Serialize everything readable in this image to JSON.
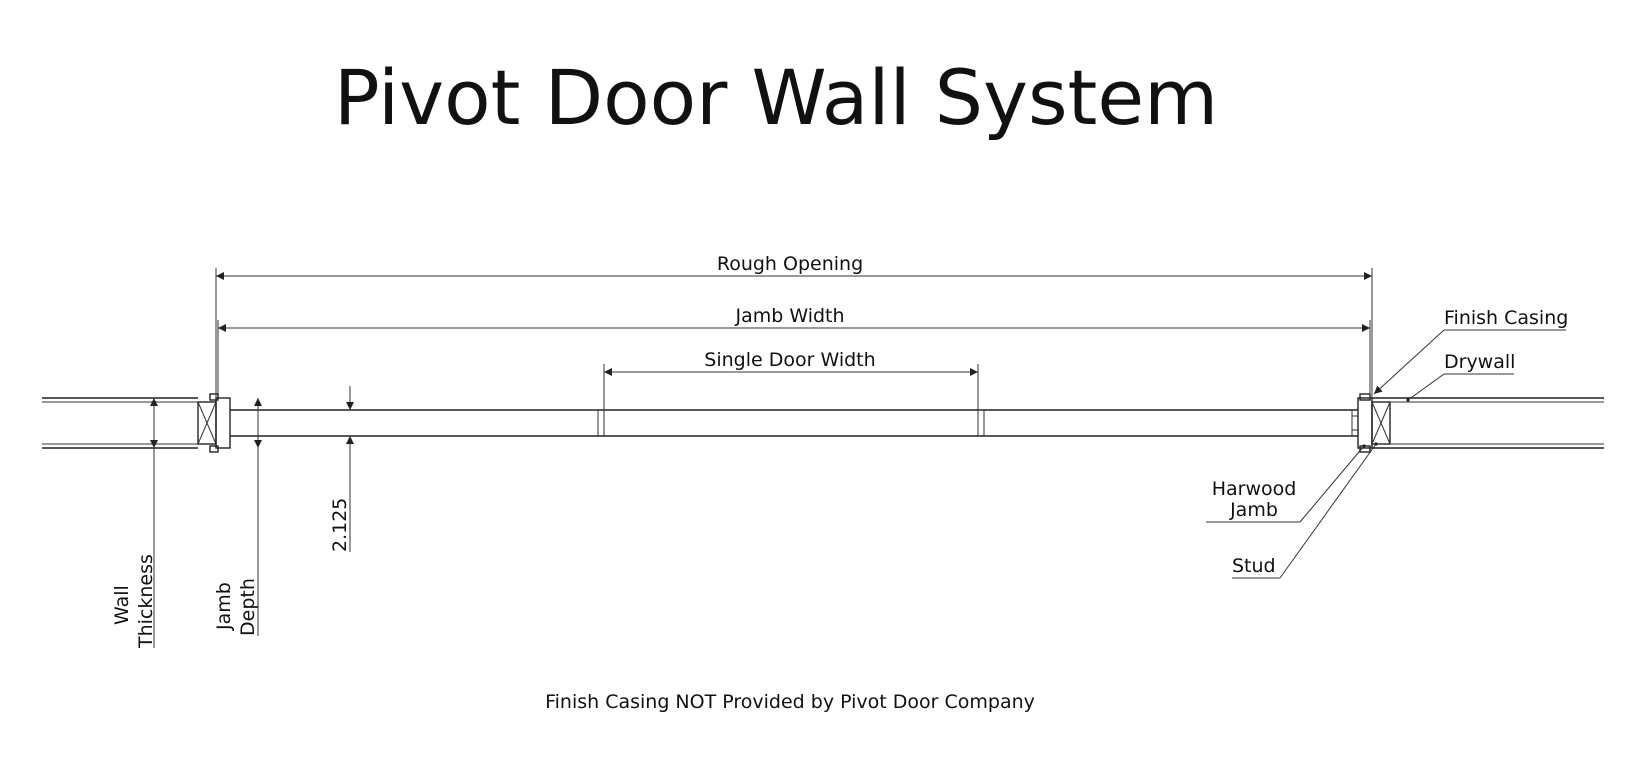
{
  "title": "Pivot Door Wall System",
  "dimensions": {
    "rough_opening": "Rough Opening",
    "jamb_width": "Jamb Width",
    "single_door_width": "Single Door Width",
    "door_thickness": "2.125",
    "wall_thickness_line1": "Wall",
    "wall_thickness_line2": "Thickness",
    "jamb_depth_line1": "Jamb",
    "jamb_depth_line2": "Depth"
  },
  "callouts": {
    "finish_casing": "Finish Casing",
    "drywall": "Drywall",
    "hardwood_jamb_line1": "Harwood",
    "hardwood_jamb_line2": "Jamb",
    "stud": "Stud"
  },
  "note": "Finish Casing NOT Provided by Pivot Door Company"
}
